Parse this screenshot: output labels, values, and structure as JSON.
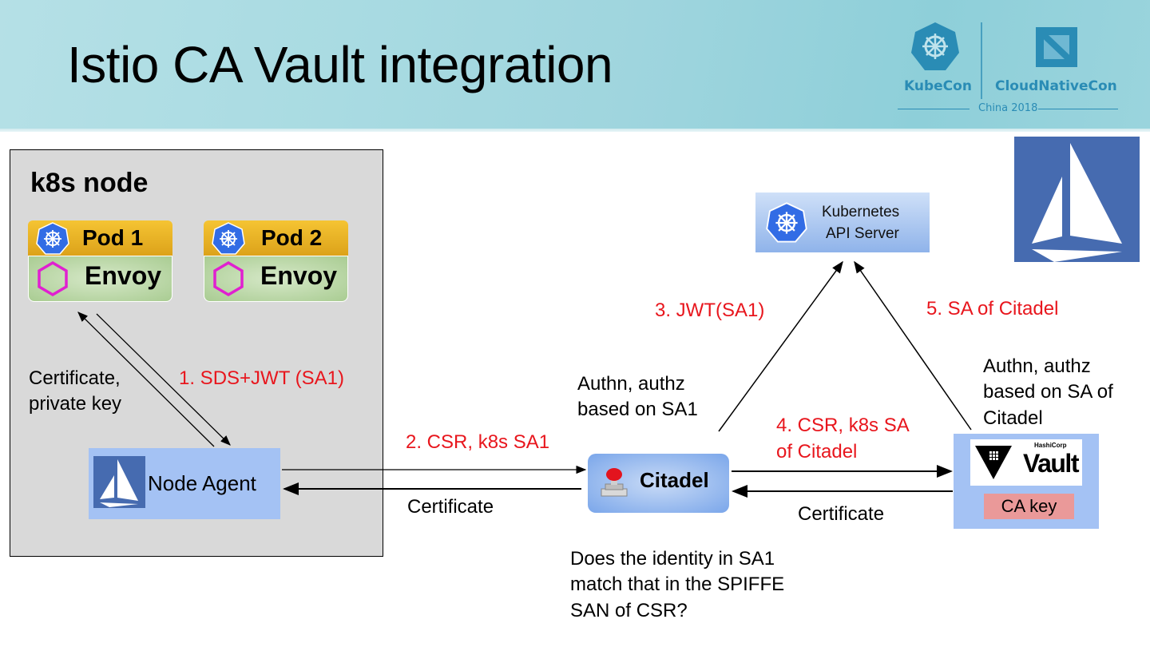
{
  "slide": {
    "title": "Istio CA Vault integration"
  },
  "event_logo": {
    "left_name": "KubeCon",
    "right_name": "CloudNativeCon",
    "subtitle": "China 2018",
    "brand_color": "#2a8cb5"
  },
  "k8s_node": {
    "title": "k8s node",
    "pods": [
      {
        "name": "Pod 1",
        "sidecar": "Envoy"
      },
      {
        "name": "Pod 2",
        "sidecar": "Envoy"
      }
    ],
    "node_agent": "Node Agent",
    "cert_label": "Certificate,\nprivate key",
    "step1": "1. SDS+JWT (SA1)"
  },
  "components": {
    "citadel": "Citadel",
    "k8s_api_line1": "Kubernetes",
    "k8s_api_line2": "API Server",
    "vault_vendor": "HashiCorp",
    "vault_name": "Vault",
    "ca_key": "CA key"
  },
  "flows": {
    "step2": "2. CSR, k8s SA1",
    "cert_back_1": "Certificate",
    "step3": "3. JWT(SA1)",
    "step4_line1": "4. CSR, k8s SA",
    "step4_line2": "of Citadel",
    "cert_back_2": "Certificate",
    "step5": "5. SA of Citadel"
  },
  "notes": {
    "citadel_auth_line1": "Authn, authz",
    "citadel_auth_line2": "based on SA1",
    "vault_auth_line1": "Authn, authz",
    "vault_auth_line2": "based on SA of",
    "vault_auth_line3": "Citadel",
    "question_line1": "Does the identity in SA1",
    "question_line2": "match that in the SPIFFE",
    "question_line3": "SAN of CSR?"
  },
  "colors": {
    "step_label": "#e8161d",
    "istio_blue": "#466bb0",
    "box_blue": "#a4c2f4",
    "ca_key_pink": "#ea9999",
    "pod_gold": "#f0b82a",
    "envoy_magenta": "#e020d0"
  }
}
